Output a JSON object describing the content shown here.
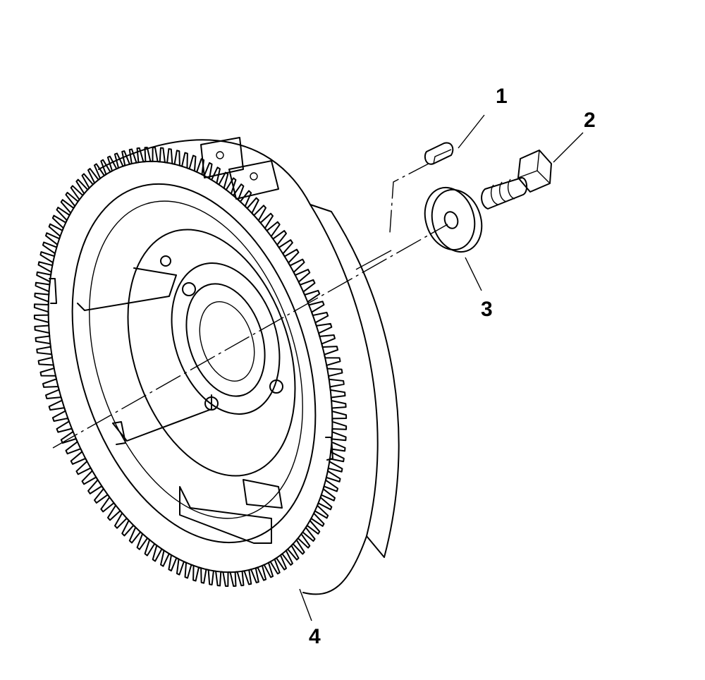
{
  "callouts": {
    "c1": "1",
    "c2": "2",
    "c3": "3",
    "c4": "4"
  },
  "parts": [
    "key",
    "bolt",
    "washer",
    "flywheel-ring-gear"
  ],
  "colors": {
    "ink": "#000000",
    "paper": "#ffffff"
  }
}
